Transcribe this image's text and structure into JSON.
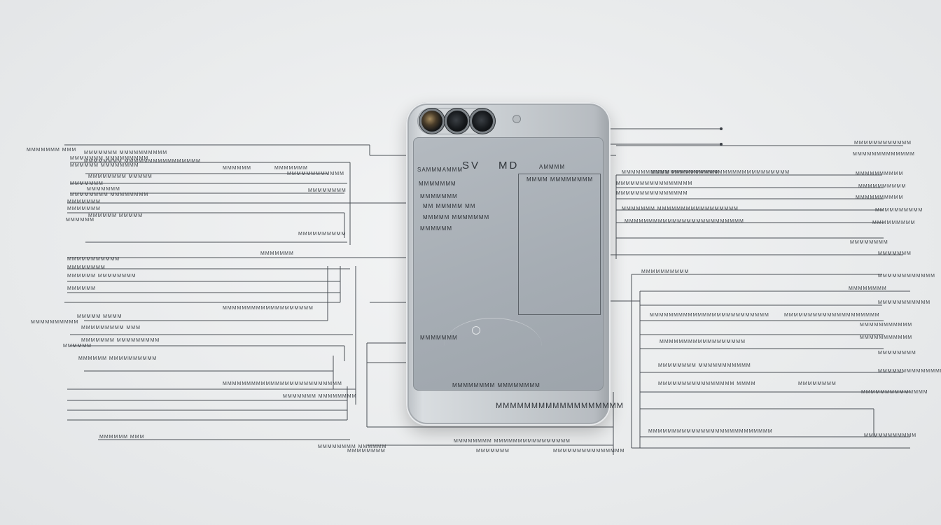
{
  "phone": {
    "screen_text_1": "SAMMMAMMM",
    "screen_big_1": "SV",
    "screen_big_2": "MD",
    "screen_text_2": "AMMMM",
    "screen_text_3": "MMMM MMMMMMMM",
    "screen_text_4": "MMMMMMM",
    "screen_text_5": "MMMMMMM",
    "screen_text_6": "MM MMMMM MM",
    "screen_text_7": "MMMMM MMMMMMM",
    "screen_text_8": "MMMMMM",
    "screen_text_9": "MMMMMMM",
    "screen_text_10": "MMMMMMMM MMMMMMMM",
    "bottom_label": "MMMMMMMMMMMMMMMMMM"
  },
  "callouts_left": [
    "MMMMMMM MMM",
    "MMMMMMM MMMMMMMMMM",
    "MMMMMMM MMMMMMMMM",
    "MMMMMM MMMMMMMM",
    "MMMMMMMM MMMMM",
    "MMMMMMM",
    "MMMMMMM",
    "MMMMMMMM MMMMMMMM",
    "MMMMMMM",
    "MMMMMMM",
    "MMMMMM MMMMM",
    "MMMMMM",
    "MMMMMMMMMMM",
    "MMMMMMMM",
    "MMMMMM MMMMMMMM",
    "MMMMMM",
    "MMMMM MMMM",
    "MMMMMMMMMM",
    "MMMMMMMMM MMM",
    "MMMMMMM MMMMMMMMM",
    "MMMMMM",
    "MMMMMM MMMMMMMMMM",
    "MMMMMM MMM"
  ],
  "callouts_left_inner": [
    "MMMMMMMM MMMMMMMMMMMMMMMM",
    "MMMMMM",
    "MMMMMMM",
    "MMMMMMMMMMMM",
    "MMMMMMMM",
    "MMMMMMMMMM",
    "MMMMMMM",
    "MMMMMMMMMMMMMMMMMMM",
    "MMMMMMMMMMMMMMMMMMMMMMMMM",
    "MMMMMMM MMMMMMMM",
    "MMMMMMMM MMMMMM"
  ],
  "callouts_right": [
    "MMMMMMMMMM MMMMMMMMMM",
    "MMMMMMMMMMMMMMMMMMMMMMMMMMMMM",
    "MMMMMMMMMMMMMMMM",
    "MMMMMMMMMMMMMMM",
    "MMMMMMM MMMMMMMMMMMMMMMMM",
    "MMMMMMMMMMMMMMMMMMMMMMMMM",
    "MMMMMMMMMM",
    "MMMMMMMMMMMMMMMMMMMMMMMMM",
    "MMMMMMMMMMMMMMMMMMMM",
    "MMMMMMMMMMMMMMMMMM",
    "MMMMMMMM MMMMMMMMMMM",
    "MMMMMMMMMMMMMMMM MMMM",
    "MMMMMMMM",
    "MMMMMMMMMMMMMMMMMMMMMMMMMM"
  ],
  "callouts_far_right": [
    "MMMMMMMMMMMM",
    "MMMMMMMMMMMMM",
    "MMMMMMMMMM",
    "MMMMMMMMMM",
    "MMMMMMMMMM",
    "MMMMMMMMMM",
    "MMMMMMMMM",
    "MMMMMMMM",
    "MMMMMMM",
    "MMMMMMMMMMMM",
    "MMMMMMMM",
    "MMMMMMMMMMM",
    "MMMMMMMMMMM",
    "MMMMMMMMMMM",
    "MMMMMMMM",
    "MMMMMMMMMMMMMM",
    "MMMMMMMMMMMMMM",
    "MMMMMMMMMMM"
  ],
  "callouts_bottom": [
    "MMMMMMMM MMMMMMMMMMMMMMMM",
    "MMMMMMM",
    "MMMMMMMMMMMMMMM",
    "MMMMMMMM"
  ]
}
